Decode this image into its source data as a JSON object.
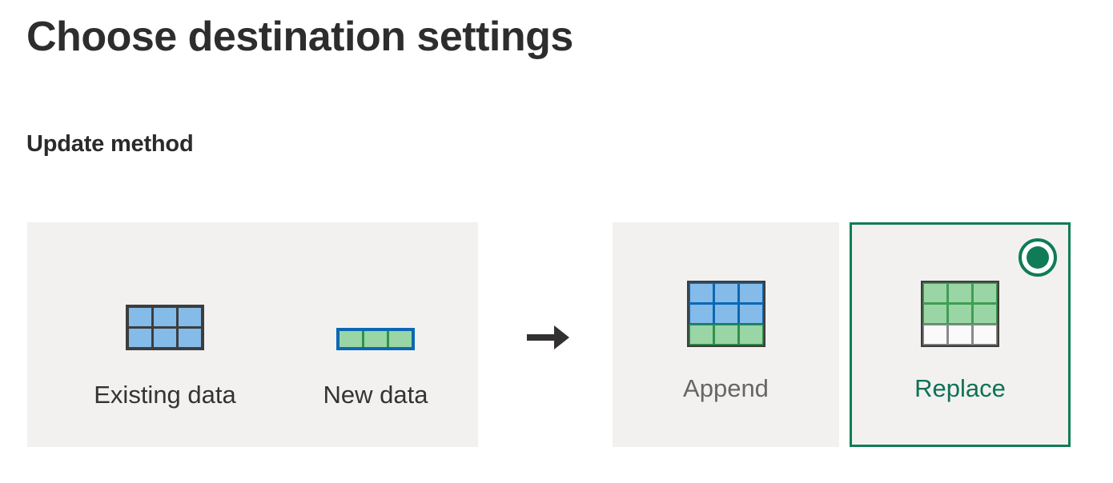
{
  "page": {
    "title": "Choose destination settings",
    "section_title": "Update method"
  },
  "colors": {
    "accent_selected": "#107c57",
    "accent_text": "#0f7156",
    "card_background": "#f2f1f0",
    "existing_cell": "#85bbe8",
    "existing_line": "#0c68b4",
    "new_cell": "#9ad5a5",
    "new_line": "#2e9348",
    "grid_border": "#3d3d3d",
    "label_default": "#333333",
    "label_muted": "#666666",
    "arrow": "#333030"
  },
  "source_panel": {
    "tiles": [
      {
        "key": "existing",
        "label": "Existing data",
        "icon": "blue-grid-3x2-icon",
        "grid": {
          "columns": 3,
          "rows": 2,
          "cells": [
            "blue",
            "blue",
            "blue",
            "blue",
            "blue",
            "blue"
          ]
        }
      },
      {
        "key": "new",
        "label": "New data",
        "icon": "green-row-3x1-icon",
        "grid": {
          "columns": 3,
          "rows": 1,
          "cells": [
            "green",
            "green",
            "green"
          ]
        }
      }
    ]
  },
  "flow": {
    "arrow_icon": "arrow-right-icon",
    "arrow_glyph": "→"
  },
  "options": [
    {
      "key": "append",
      "label": "Append",
      "selected": false,
      "icon": "append-grid-3x3-icon",
      "grid": {
        "columns": 3,
        "rows": 3,
        "cells": [
          "blue",
          "blue",
          "blue",
          "blue",
          "blue",
          "blue",
          "green",
          "green",
          "green"
        ]
      }
    },
    {
      "key": "replace",
      "label": "Replace",
      "selected": true,
      "icon": "replace-grid-3x3-icon",
      "radio_icon": "radio-selected-icon",
      "grid": {
        "columns": 3,
        "rows": 3,
        "cells": [
          "green",
          "green",
          "green",
          "green",
          "green",
          "green",
          "white",
          "white",
          "white"
        ]
      }
    }
  ]
}
